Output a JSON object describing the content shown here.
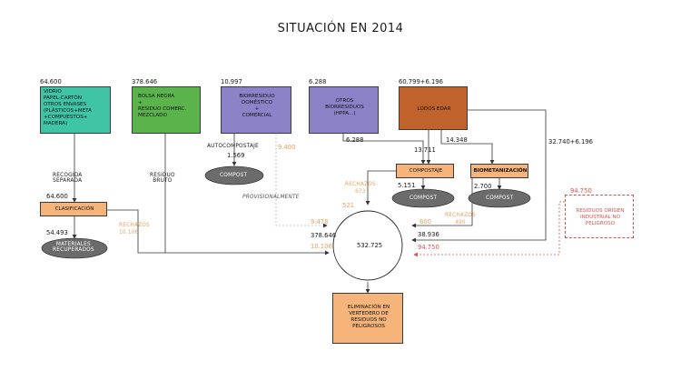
{
  "title": "SITUACIÓN EN 2014",
  "sources": {
    "vidrio": {
      "value": "64.600",
      "text": "VIDRIO\nPAPEL-CARTÓN\nOTROS ENVASES\n(PLÁSTICOS+META\n+COMPUESTOS+\nMADERA)",
      "color": "#40c4a6"
    },
    "bolsa": {
      "value": "378.646",
      "text": "BOLSA NEGRA\n+\nRESIDUO COMERC.\nMEZCLADO",
      "color": "#5ab34b"
    },
    "biorresiduo": {
      "value": "10.997",
      "text": "BIORRESIDUO\nDOMÉSTICO\n+\nCOMERCIAL",
      "color": "#8c82c8"
    },
    "otros": {
      "value": "6.288",
      "text": "OTROS\nBIORRESIDUOS\n(HPPA...)",
      "color": "#8c82c8"
    },
    "lodos": {
      "value": "60.799+6.196",
      "text": "LODOS EDAR",
      "color": "#c0622b"
    }
  },
  "labels": {
    "autocompostaje": "AUTOCOMPOSTAJE",
    "autocomp_value": "1.569",
    "compost": "COMPOST",
    "val_9400": "9.400",
    "provisionalmente": "PROVISIONALMENTE",
    "recogida": "RECOGIDA\nSEPARADA",
    "residuo_bruto": "RESIDUO\nBRUTO",
    "val_64600": "64.600",
    "clasificacion": "CLASIFICACIÓN",
    "val_54493": "54.493",
    "materiales": "MATERIALES\nRECUPERADOS",
    "rechazos_a": "RECHAZOS\n10.106",
    "val_6288": "6.288",
    "val_13711": "13.711",
    "val_14348": "14.348",
    "val_32740": "32.740+6.196",
    "compostaje": "COMPOSTAJE",
    "biometanizacion": "BIOMETANIZACIÓN",
    "rechazos_b": "RECHAZOS\n673",
    "val_5151": "5.151",
    "val_2700": "2.700",
    "val_521": "521",
    "val_9478": "9.478",
    "val_378646": "378.646",
    "val_10106": "10.106",
    "central_value": "532.725",
    "val_600": "600",
    "rechazos_c": "RECHAZOS\n490",
    "val_38936": "38.936",
    "val_94750": "94.750",
    "val_94750_red": "94.750",
    "residuos_industrial": "RESIDUOS ORIGEN\nINDUSTRIAL NO\nPELIGROSO",
    "eliminacion": "ELIMINACIÓN EN\nVERTEDERO DE\nRESIDUOS NO\nPELIGROSOS"
  },
  "colors": {
    "orange_box": "#f7b47a",
    "gray_ellipse": "#6b6b6b",
    "orange_text": "#e8a060",
    "red": "#d9534f",
    "line": "#333333"
  }
}
